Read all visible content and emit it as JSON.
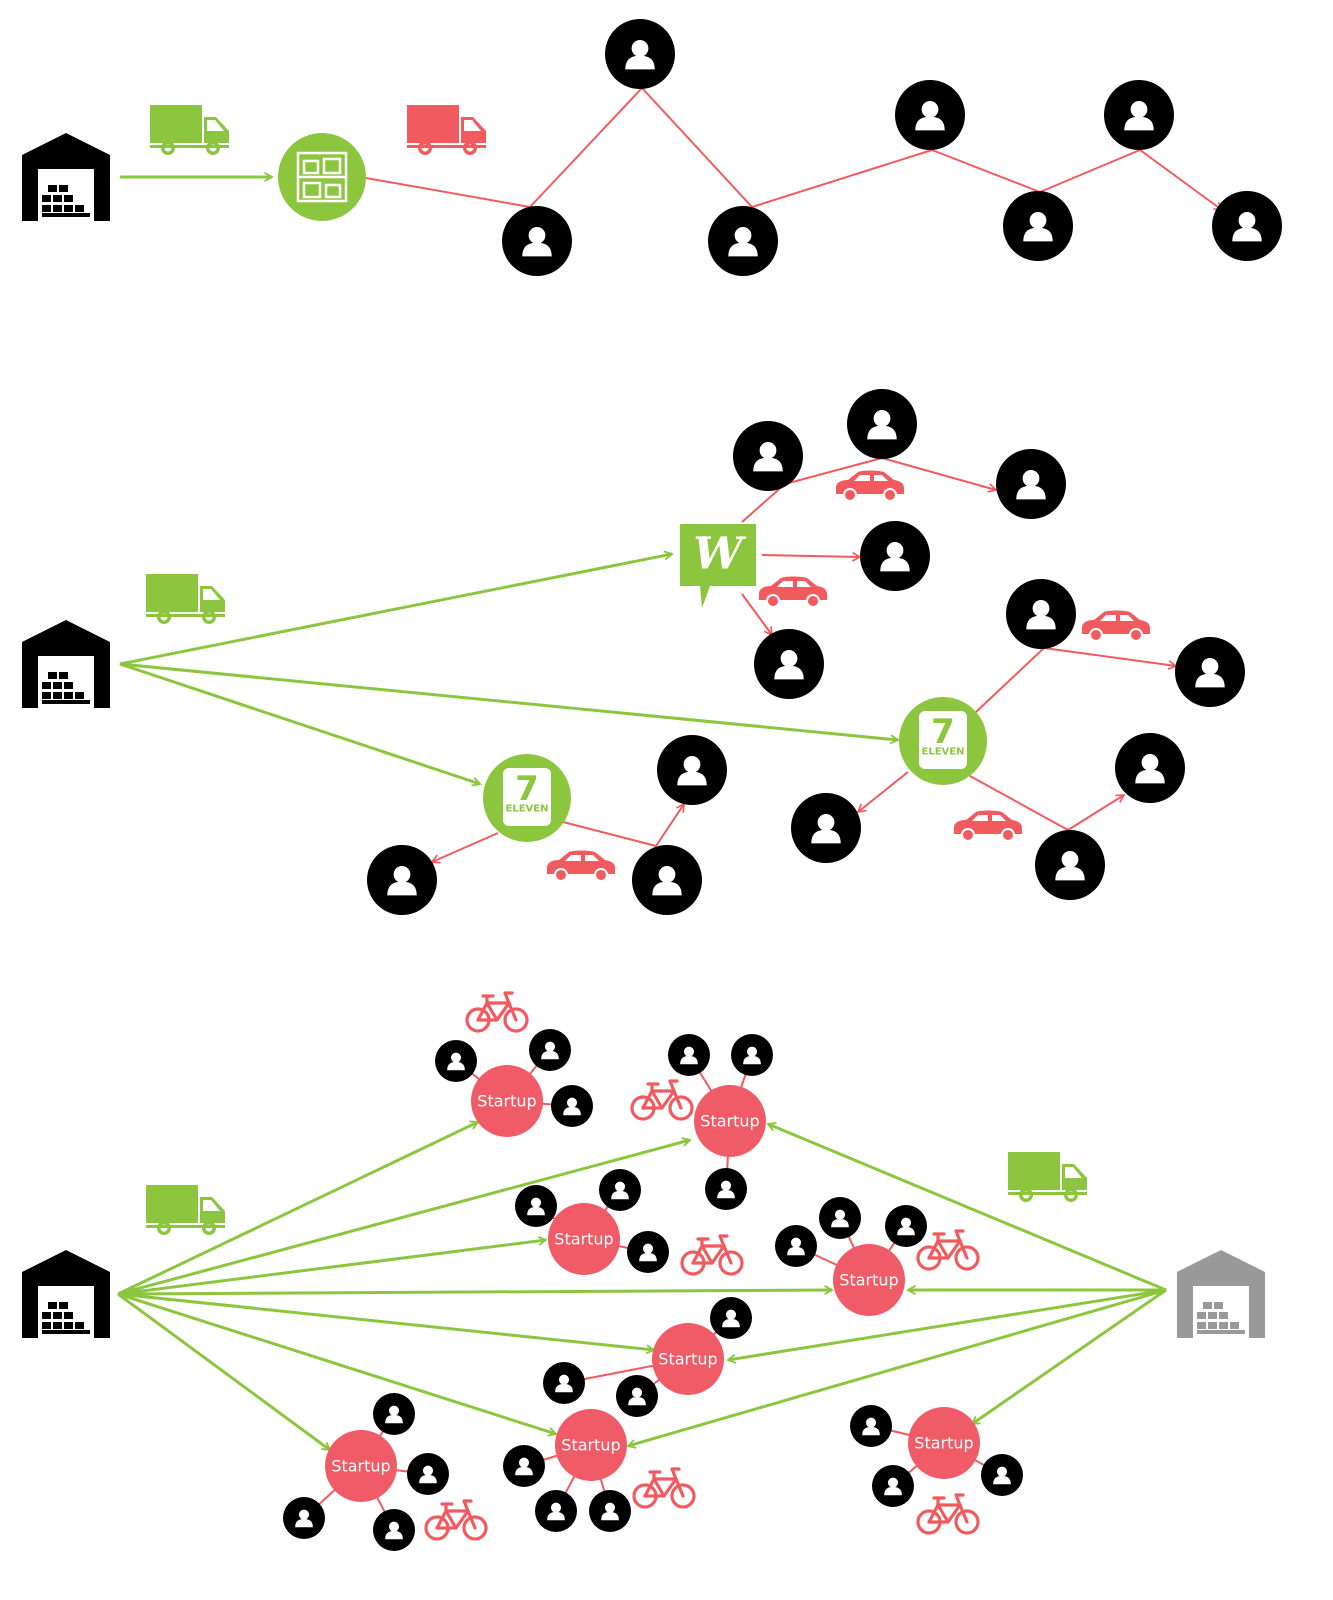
{
  "colors": {
    "green": "#8cc63f",
    "red": "#f15a5f",
    "startup": "#ef5b67",
    "black": "#000000",
    "gray": "#999999",
    "white": "#ffffff"
  },
  "panels": [
    {
      "name": "route-delivery"
    },
    {
      "name": "store-pickup-delivery"
    },
    {
      "name": "startup-network"
    }
  ],
  "startup_label": "Startup",
  "retailers": {
    "walgreens_mark": "W",
    "seven_mark": "7",
    "seven_word": "ELEVEN"
  },
  "icons": {
    "warehouse": "warehouse-icon",
    "truck": "truck-icon",
    "shelf": "shelf-icon",
    "person": "person-icon",
    "car": "car-icon",
    "bike": "bicycle-icon"
  }
}
